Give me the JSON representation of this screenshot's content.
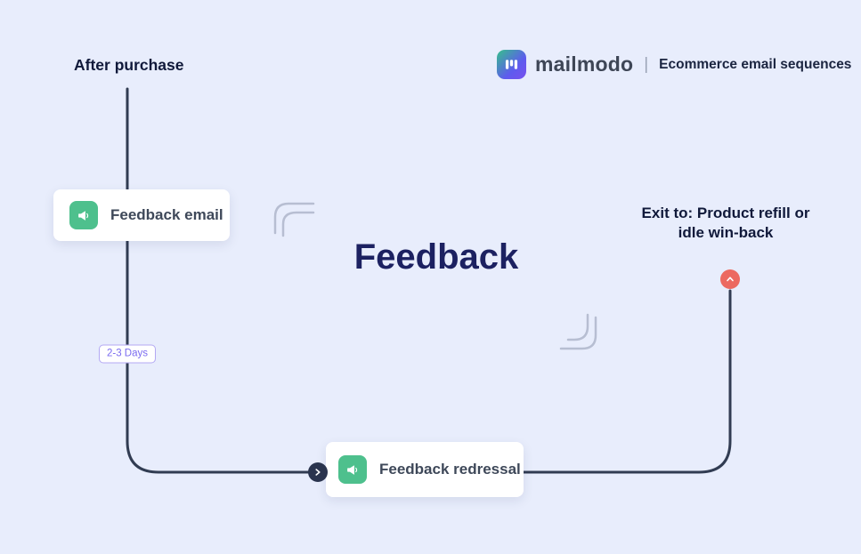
{
  "header": {
    "brand": "mailmodo",
    "divider": "|",
    "subtitle": "Ecommerce email sequences"
  },
  "flow": {
    "entry_label": "After purchase",
    "title": "Feedback",
    "exit_label": "Exit to: Product refill or idle win-back",
    "delay_badge": "2-3 Days",
    "nodes": [
      {
        "label": "Feedback email",
        "icon": "megaphone-icon"
      },
      {
        "label": "Feedback redressal",
        "icon": "megaphone-icon"
      }
    ]
  },
  "colors": {
    "background": "#e8edfc",
    "connector": "#313c52",
    "node_icon_green": "#4ec08d",
    "title_navy": "#1c2161",
    "text_dark": "#10193a",
    "exit_circle_red": "#ec6960",
    "entry_circle_navy": "#2a344e",
    "badge_purple": "#7a6bf0",
    "badge_border": "#b3a8f3",
    "deco_line": "#b7bed2",
    "card_bg": "#ffffff",
    "logo_green": "#35c08b",
    "logo_purple": "#7950ef"
  }
}
